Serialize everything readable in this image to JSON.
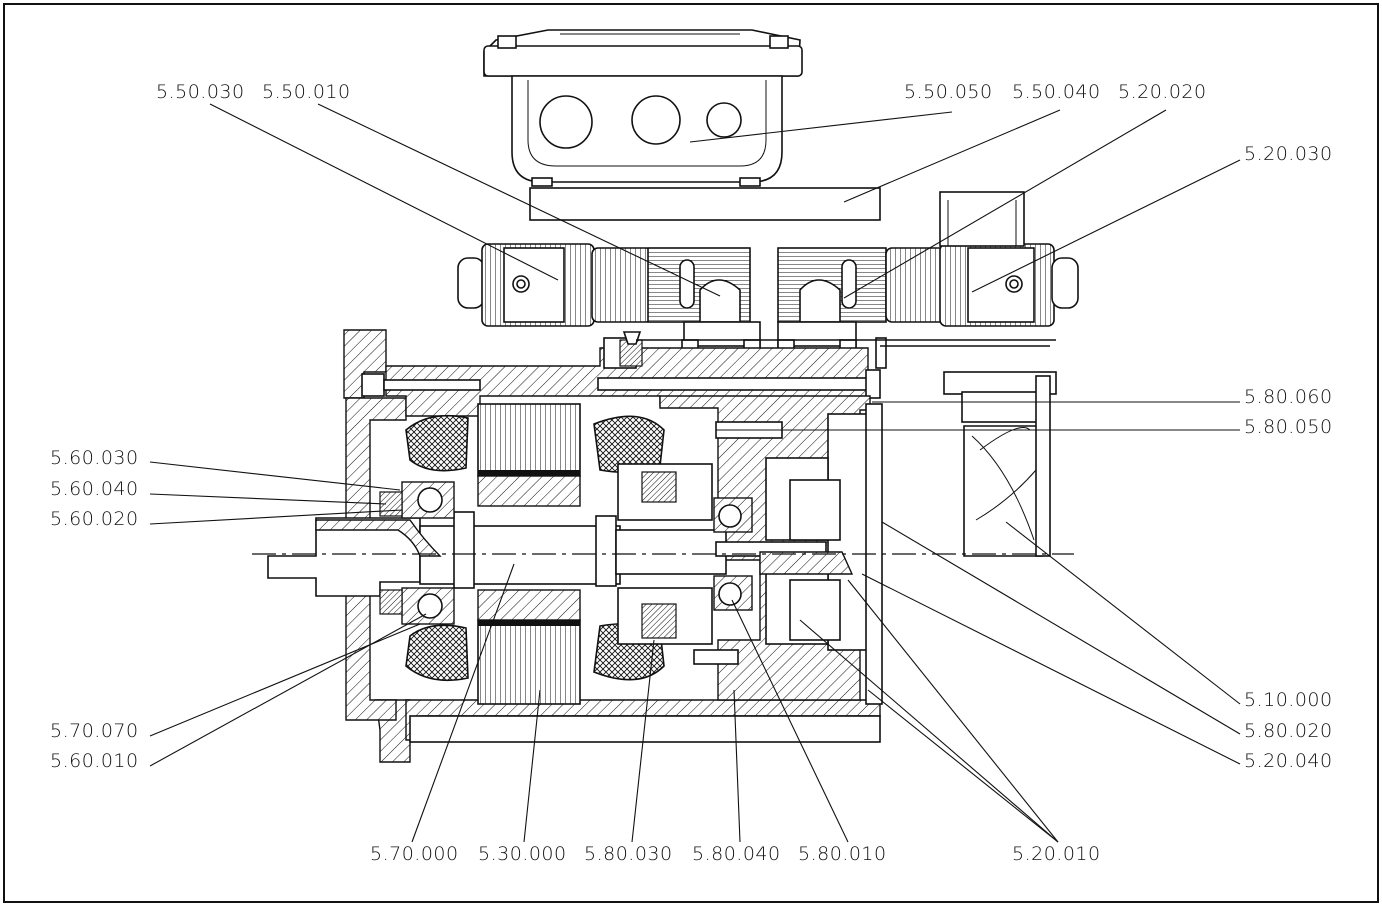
{
  "labels": {
    "l_5_50_030": "5.50.030",
    "l_5_50_010": "5.50.010",
    "l_5_50_050": "5.50.050",
    "l_5_50_040": "5.50.040",
    "l_5_20_020": "5.20.020",
    "l_5_20_030": "5.20.030",
    "l_5_80_060": "5.80.060",
    "l_5_80_050": "5.80.050",
    "l_5_60_030": "5.60.030",
    "l_5_60_040": "5.60.040",
    "l_5_60_020": "5.60.020",
    "l_5_70_070": "5.70.070",
    "l_5_60_010": "5.60.010",
    "l_5_10_000": "5.10.000",
    "l_5_80_020": "5.80.020",
    "l_5_20_040": "5.20.040",
    "l_5_70_000": "5.70.000",
    "l_5_30_000": "5.30.000",
    "l_5_80_030": "5.80.030",
    "l_5_80_040": "5.80.040",
    "l_5_80_010": "5.80.010",
    "l_5_20_010": "5.20.010"
  }
}
